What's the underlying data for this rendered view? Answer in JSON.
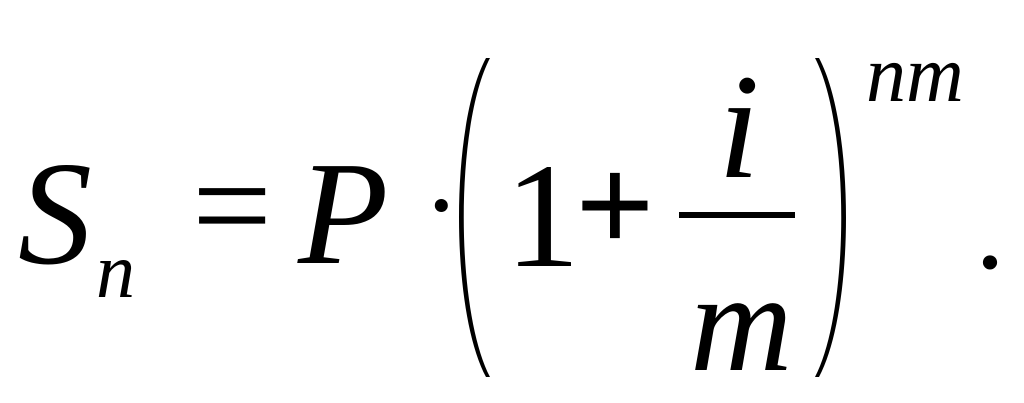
{
  "formula": {
    "lhs": "S",
    "lhs_subscript": "n",
    "equals": "=",
    "principal": "P",
    "multiply": "·",
    "one": "1",
    "plus": "+",
    "numerator": "i",
    "denominator": "m",
    "exponent": "nm",
    "terminal": "."
  }
}
